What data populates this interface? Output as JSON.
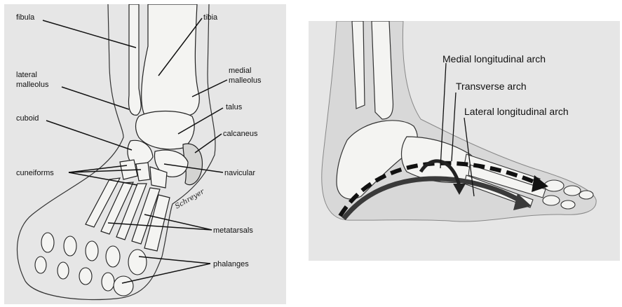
{
  "left_figure": {
    "labels": {
      "fibula": "fibula",
      "tibia": "tibia",
      "lateral_malleolus_1": "lateral",
      "lateral_malleolus_2": "malleolus",
      "medial_malleolus_1": "medial",
      "medial_malleolus_2": "malleolus",
      "talus": "talus",
      "cuboid": "cuboid",
      "calcaneus": "calcaneus",
      "cuneiforms": "cuneiforms",
      "navicular": "navicular",
      "metatarsals": "metatarsals",
      "phalanges": "phalanges"
    },
    "signature": "Schreyer"
  },
  "right_figure": {
    "labels": {
      "medial_longitudinal_arch": "Medial longitudinal arch",
      "transverse_arch": "Transverse arch",
      "lateral_longitudinal_arch": "Lateral longitudinal arch"
    }
  },
  "colors": {
    "panel_bg": "#e6e6e6",
    "bone_fill": "#f4f4f2",
    "outline": "#222222",
    "arch_arrow": "#3a3a3a",
    "watermark": "#d8d8d8"
  }
}
